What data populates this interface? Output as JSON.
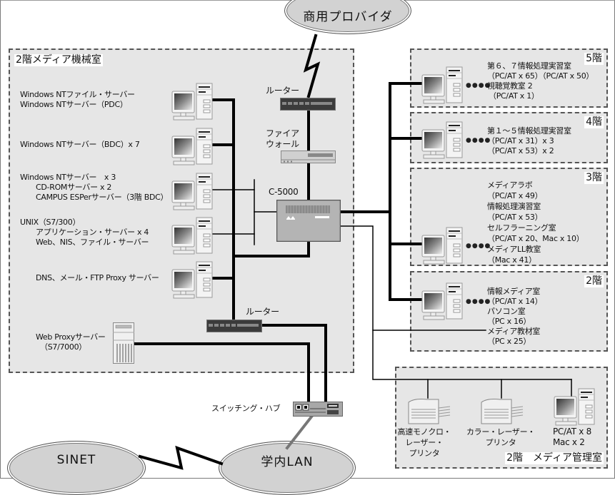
{
  "clouds": {
    "provider": "商用プロバイダ",
    "sinet": "SINET",
    "campus_lan": "学内LAN"
  },
  "machine_room": {
    "title": "2階メディア機械室",
    "servers": [
      {
        "lines": [
          "Windows NTファイル・サーバー",
          "Windows NTサーバー（PDC）"
        ]
      },
      {
        "lines": [
          "Windows NTサーバー（BDC）x 7"
        ]
      },
      {
        "lines": [
          "Windows NTサーバー　x 3",
          "CD-ROMサーバー x 2",
          "CAMPUS ESPerサーバー（3階 BDC）"
        ]
      },
      {
        "lines": [
          "UNIX（S7/300）",
          "アプリケーション・サーバー x 4",
          "Web、NIS、ファイル・サーバー"
        ]
      },
      {
        "lines": [
          "DNS、メール・FTP Proxy サーバー"
        ]
      }
    ],
    "web_proxy": {
      "lines": [
        "Web Proxyサーバー",
        "（S7/7000）"
      ]
    },
    "router_top_label": "ルーター",
    "firewall_label": [
      "ファイア",
      "ウォール"
    ],
    "core_switch_label": "C-5000",
    "router_bottom_label": "ルーター"
  },
  "switching_hub_label": "スイッチング・ハブ",
  "floors": [
    {
      "tag": "5階",
      "lines": [
        "第６、７情報処理実習室",
        "（PC/AT x 65）（PC/AT x 50）",
        "視聴覚教室 2",
        "（PC/AT x 1）"
      ]
    },
    {
      "tag": "4階",
      "lines": [
        "第１～５情報処理実習室",
        "（PC/AT x 31）x 3",
        "（PC/AT x 53）x 2"
      ]
    },
    {
      "tag": "3階",
      "lines": [
        "メディアラボ",
        "（PC/AT x 49）",
        "情報処理演習室",
        "（PC/AT x 53）",
        "セルフラーニング室",
        "（PC/AT x 20、Mac x 10）",
        "メディアLL教室",
        "（Mac x 41）"
      ]
    },
    {
      "tag": "2階",
      "lines": [
        "情報メディア室",
        "（PC/AT x 14）",
        "パソコン室",
        "（PC x 16）",
        "メディア教材室",
        "（PC x 25）"
      ]
    }
  ],
  "admin_room": {
    "title": "2階　メディア管理室",
    "devices": [
      {
        "lines": [
          "高速モノクロ・",
          "レーザー・",
          "プリンタ"
        ]
      },
      {
        "lines": [
          "カラー・レーザー・",
          "プリンタ"
        ]
      },
      {
        "lines": [
          "PC/AT x 8",
          "Mac x 2"
        ]
      }
    ]
  },
  "dots": "●●●●"
}
